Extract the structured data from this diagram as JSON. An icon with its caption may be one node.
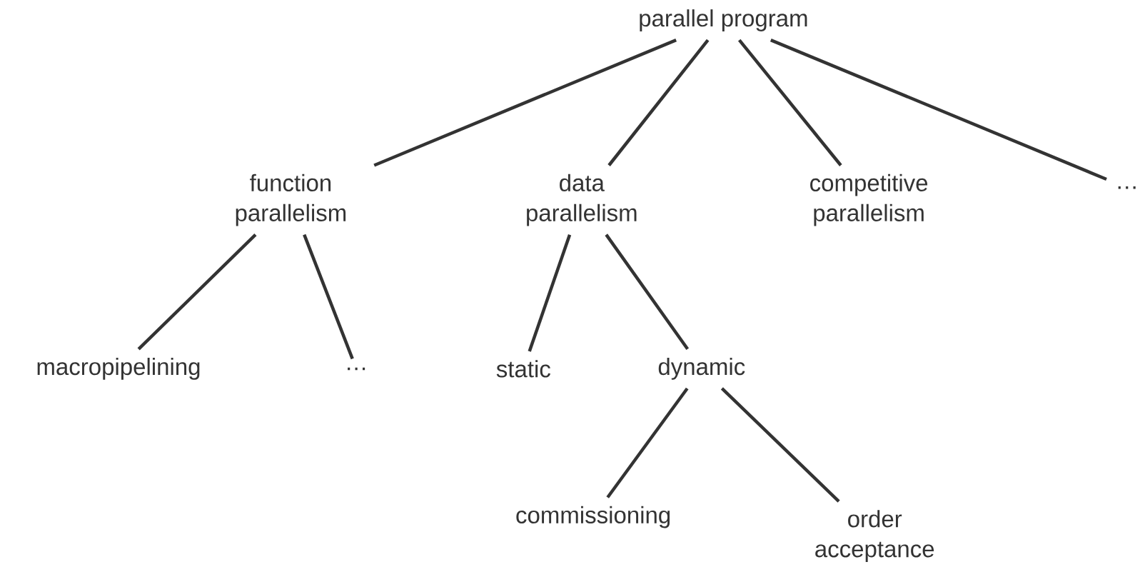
{
  "diagram": {
    "nodes": [
      {
        "text": [
          "parallel program"
        ]
      },
      {
        "text": [
          "function parallelism"
        ]
      },
      {
        "text": [
          "data parallelism"
        ]
      },
      {
        "text": [
          "competitive parallelism"
        ]
      },
      {
        "text": [
          "…"
        ]
      },
      {
        "text": [
          "macropipelining"
        ]
      },
      {
        "text": [
          "…"
        ]
      },
      {
        "text": [
          "static"
        ]
      },
      {
        "text": [
          "dynamic"
        ]
      },
      {
        "text": [
          "commissioning"
        ]
      },
      {
        "text": [
          "order acceptance"
        ]
      }
    ],
    "edges": [
      {
        "from": 0,
        "to": 1,
        "arrow": "none"
      },
      {
        "from": 0,
        "to": 2,
        "arrow": "none"
      },
      {
        "from": 0,
        "to": 3,
        "arrow": "none"
      },
      {
        "from": 0,
        "to": 4,
        "arrow": "none"
      },
      {
        "from": 1,
        "to": 5,
        "arrow": "none"
      },
      {
        "from": 1,
        "to": 6,
        "arrow": "none"
      },
      {
        "from": 2,
        "to": 7,
        "arrow": "none"
      },
      {
        "from": 2,
        "to": 8,
        "arrow": "none"
      },
      {
        "from": 8,
        "to": 9,
        "arrow": "none"
      },
      {
        "from": 8,
        "to": 10,
        "arrow": "none"
      }
    ]
  }
}
